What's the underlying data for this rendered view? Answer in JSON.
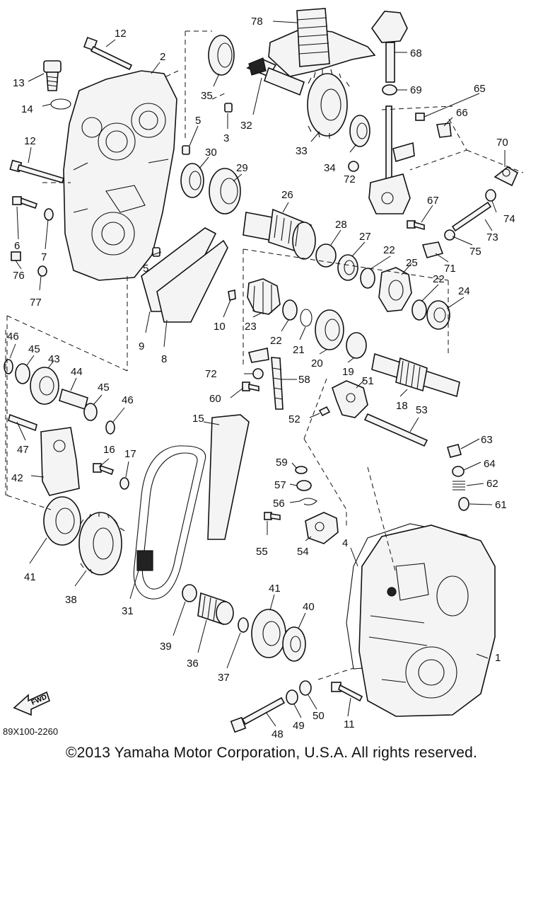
{
  "diagram_code": "89X100-2260",
  "fwd_arrow_text": "FWD",
  "copyright": "©2013 Yamaha Motor Corporation, U.S.A. All rights reserved.",
  "callouts": [
    {
      "id": "1",
      "text": "1"
    },
    {
      "id": "2",
      "text": "2"
    },
    {
      "id": "3",
      "text": "3"
    },
    {
      "id": "4",
      "text": "4"
    },
    {
      "id": "5a",
      "text": "5"
    },
    {
      "id": "5b",
      "text": "5"
    },
    {
      "id": "6",
      "text": "6"
    },
    {
      "id": "7",
      "text": "7"
    },
    {
      "id": "8",
      "text": "8"
    },
    {
      "id": "9",
      "text": "9"
    },
    {
      "id": "10",
      "text": "10"
    },
    {
      "id": "11",
      "text": "11"
    },
    {
      "id": "12a",
      "text": "12"
    },
    {
      "id": "12b",
      "text": "12"
    },
    {
      "id": "13",
      "text": "13"
    },
    {
      "id": "14",
      "text": "14"
    },
    {
      "id": "15",
      "text": "15"
    },
    {
      "id": "16",
      "text": "16"
    },
    {
      "id": "17",
      "text": "17"
    },
    {
      "id": "18",
      "text": "18"
    },
    {
      "id": "19",
      "text": "19"
    },
    {
      "id": "20",
      "text": "20"
    },
    {
      "id": "21",
      "text": "21"
    },
    {
      "id": "22a",
      "text": "22"
    },
    {
      "id": "22b",
      "text": "22"
    },
    {
      "id": "22c",
      "text": "22"
    },
    {
      "id": "23",
      "text": "23"
    },
    {
      "id": "24",
      "text": "24"
    },
    {
      "id": "25",
      "text": "25"
    },
    {
      "id": "26",
      "text": "26"
    },
    {
      "id": "27",
      "text": "27"
    },
    {
      "id": "28",
      "text": "28"
    },
    {
      "id": "29",
      "text": "29"
    },
    {
      "id": "30",
      "text": "30"
    },
    {
      "id": "31",
      "text": "31"
    },
    {
      "id": "32",
      "text": "32"
    },
    {
      "id": "33",
      "text": "33"
    },
    {
      "id": "34",
      "text": "34"
    },
    {
      "id": "35",
      "text": "35"
    },
    {
      "id": "36",
      "text": "36"
    },
    {
      "id": "37",
      "text": "37"
    },
    {
      "id": "38",
      "text": "38"
    },
    {
      "id": "39",
      "text": "39"
    },
    {
      "id": "40",
      "text": "40"
    },
    {
      "id": "41a",
      "text": "41"
    },
    {
      "id": "41b",
      "text": "41"
    },
    {
      "id": "42",
      "text": "42"
    },
    {
      "id": "43",
      "text": "43"
    },
    {
      "id": "44",
      "text": "44"
    },
    {
      "id": "45a",
      "text": "45"
    },
    {
      "id": "45b",
      "text": "45"
    },
    {
      "id": "46a",
      "text": "46"
    },
    {
      "id": "46b",
      "text": "46"
    },
    {
      "id": "47",
      "text": "47"
    },
    {
      "id": "48",
      "text": "48"
    },
    {
      "id": "49",
      "text": "49"
    },
    {
      "id": "50",
      "text": "50"
    },
    {
      "id": "51",
      "text": "51"
    },
    {
      "id": "52",
      "text": "52"
    },
    {
      "id": "53",
      "text": "53"
    },
    {
      "id": "54",
      "text": "54"
    },
    {
      "id": "55",
      "text": "55"
    },
    {
      "id": "56",
      "text": "56"
    },
    {
      "id": "57",
      "text": "57"
    },
    {
      "id": "58",
      "text": "58"
    },
    {
      "id": "59",
      "text": "59"
    },
    {
      "id": "60",
      "text": "60"
    },
    {
      "id": "61",
      "text": "61"
    },
    {
      "id": "62",
      "text": "62"
    },
    {
      "id": "63",
      "text": "63"
    },
    {
      "id": "64",
      "text": "64"
    },
    {
      "id": "65",
      "text": "65"
    },
    {
      "id": "66",
      "text": "66"
    },
    {
      "id": "67",
      "text": "67"
    },
    {
      "id": "68",
      "text": "68"
    },
    {
      "id": "69",
      "text": "69"
    },
    {
      "id": "70",
      "text": "70"
    },
    {
      "id": "71",
      "text": "71"
    },
    {
      "id": "72a",
      "text": "72"
    },
    {
      "id": "72b",
      "text": "72"
    },
    {
      "id": "73",
      "text": "73"
    },
    {
      "id": "74",
      "text": "74"
    },
    {
      "id": "75",
      "text": "75"
    },
    {
      "id": "76",
      "text": "76"
    },
    {
      "id": "77",
      "text": "77"
    },
    {
      "id": "78",
      "text": "78"
    }
  ]
}
